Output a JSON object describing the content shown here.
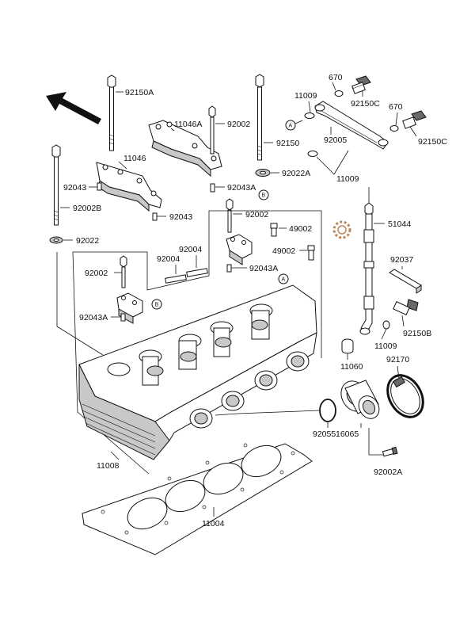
{
  "labels": {
    "p92150A": "92150A",
    "p11046A": "11046A",
    "p92002_top": "92002",
    "p11046": "11046",
    "p92043_left": "92043",
    "p92002B": "92002B",
    "p92043A_top": "92043A",
    "p92043_mid": "92043",
    "p92022": "92022",
    "p92150": "92150",
    "p92022A": "92022A",
    "p11009_top": "11009",
    "p670_a": "670",
    "p92150C_a": "92150C",
    "p670_b": "670",
    "p92150C_b": "92150C",
    "p92005": "92005",
    "p11009_mid": "11009",
    "p92002_mid": "92002",
    "p49002_a": "49002",
    "p49002_b": "49002",
    "p92004_a": "92004",
    "p92004_b": "92004",
    "p92043A_mid": "92043A",
    "p92002_left": "92002",
    "p92043A_left": "92043A",
    "p51044": "51044",
    "p92037": "92037",
    "p92150B": "92150B",
    "p11009_low": "11009",
    "p11060": "11060",
    "p92170": "92170",
    "p92055": "92055",
    "p16065": "16065",
    "p92002A": "92002A",
    "p11008": "11008",
    "p11004": "11004"
  },
  "callouts": {
    "a1": "A",
    "a2": "A",
    "b1": "B",
    "b2": "B"
  }
}
